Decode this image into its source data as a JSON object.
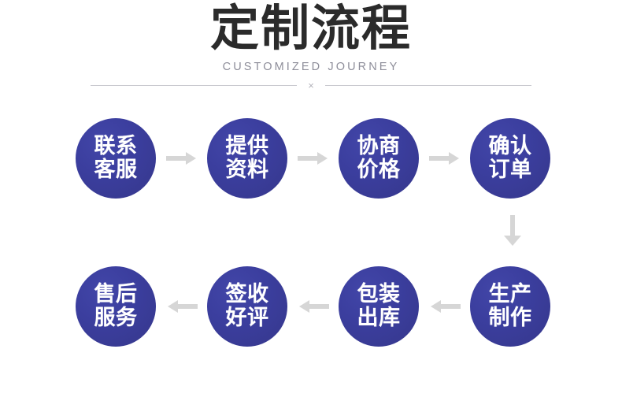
{
  "header": {
    "title": "定制流程",
    "subtitle": "CUSTOMIZED JOURNEY",
    "divider_mark": "×"
  },
  "colors": {
    "node_fill": "#3b3e9e",
    "node_fill_light": "#4246a8",
    "arrow_gray": "#d6d6d6",
    "title_color": "#2b2b2b",
    "subtitle_color": "#8e8e9a",
    "divider_color": "#c9c9cf",
    "background": "#ffffff",
    "label_color": "#ffffff"
  },
  "flow": {
    "rows": [
      {
        "direction": "right",
        "arrow_icon": "arrow-right-icon",
        "nodes": [
          {
            "step": 1,
            "label": "联系\n客服"
          },
          {
            "step": 2,
            "label": "提供\n资料"
          },
          {
            "step": 3,
            "label": "协商\n价格"
          },
          {
            "step": 4,
            "label": "确认\n订单"
          }
        ]
      },
      {
        "direction": "left",
        "arrow_icon": "arrow-left-icon",
        "nodes": [
          {
            "step": 8,
            "label": "售后\n服务"
          },
          {
            "step": 7,
            "label": "签收\n好评"
          },
          {
            "step": 6,
            "label": "包装\n出库"
          },
          {
            "step": 5,
            "label": "生产\n制作"
          }
        ]
      }
    ],
    "connector_down": {
      "icon": "arrow-down-icon",
      "from_step": 4,
      "to_step": 5
    }
  }
}
